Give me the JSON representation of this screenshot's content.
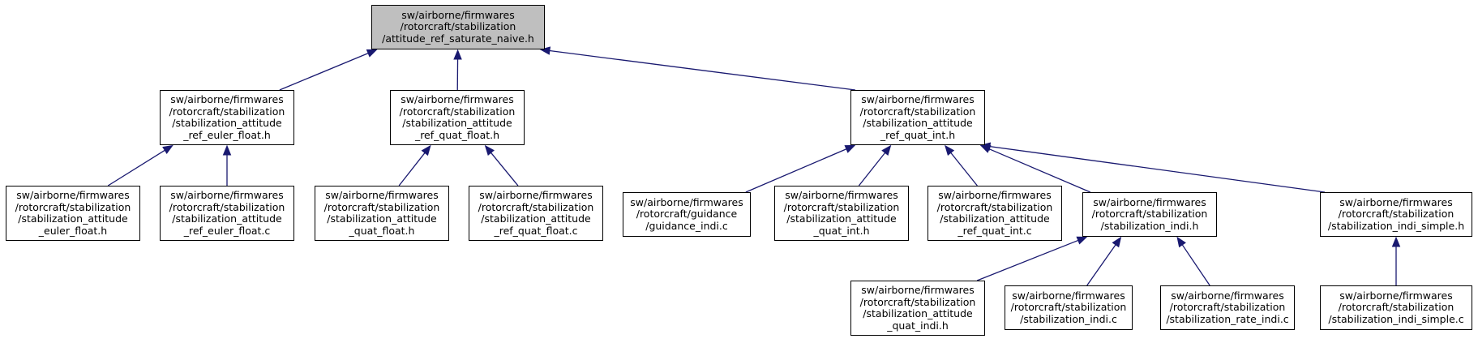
{
  "graph": {
    "nodes": [
      {
        "id": "n0",
        "root": true,
        "lines": [
          "sw/airborne/firmwares",
          "/rotorcraft/stabilization",
          "/attitude_ref_saturate_naive.h"
        ]
      },
      {
        "id": "n1",
        "root": false,
        "lines": [
          "sw/airborne/firmwares",
          "/rotorcraft/stabilization",
          "/stabilization_attitude",
          "_ref_euler_float.h"
        ]
      },
      {
        "id": "n2",
        "root": false,
        "lines": [
          "sw/airborne/firmwares",
          "/rotorcraft/stabilization",
          "/stabilization_attitude",
          "_ref_quat_float.h"
        ]
      },
      {
        "id": "n3",
        "root": false,
        "lines": [
          "sw/airborne/firmwares",
          "/rotorcraft/stabilization",
          "/stabilization_attitude",
          "_ref_quat_int.h"
        ]
      },
      {
        "id": "n4",
        "root": false,
        "lines": [
          "sw/airborne/firmwares",
          "/rotorcraft/stabilization",
          "/stabilization_attitude",
          "_euler_float.h"
        ]
      },
      {
        "id": "n5",
        "root": false,
        "lines": [
          "sw/airborne/firmwares",
          "/rotorcraft/stabilization",
          "/stabilization_attitude",
          "_ref_euler_float.c"
        ]
      },
      {
        "id": "n6",
        "root": false,
        "lines": [
          "sw/airborne/firmwares",
          "/rotorcraft/stabilization",
          "/stabilization_attitude",
          "_quat_float.h"
        ]
      },
      {
        "id": "n7",
        "root": false,
        "lines": [
          "sw/airborne/firmwares",
          "/rotorcraft/stabilization",
          "/stabilization_attitude",
          "_ref_quat_float.c"
        ]
      },
      {
        "id": "n8",
        "root": false,
        "lines": [
          "sw/airborne/firmwares",
          "/rotorcraft/guidance",
          "/guidance_indi.c"
        ]
      },
      {
        "id": "n9",
        "root": false,
        "lines": [
          "sw/airborne/firmwares",
          "/rotorcraft/stabilization",
          "/stabilization_attitude",
          "_quat_int.h"
        ]
      },
      {
        "id": "n10",
        "root": false,
        "lines": [
          "sw/airborne/firmwares",
          "/rotorcraft/stabilization",
          "/stabilization_attitude",
          "_ref_quat_int.c"
        ]
      },
      {
        "id": "n11",
        "root": false,
        "lines": [
          "sw/airborne/firmwares",
          "/rotorcraft/stabilization",
          "/stabilization_indi.h"
        ]
      },
      {
        "id": "n12",
        "root": false,
        "lines": [
          "sw/airborne/firmwares",
          "/rotorcraft/stabilization",
          "/stabilization_indi_simple.h"
        ]
      },
      {
        "id": "n13",
        "root": false,
        "lines": [
          "sw/airborne/firmwares",
          "/rotorcraft/stabilization",
          "/stabilization_attitude",
          "_quat_indi.h"
        ]
      },
      {
        "id": "n14",
        "root": false,
        "lines": [
          "sw/airborne/firmwares",
          "/rotorcraft/stabilization",
          "/stabilization_indi.c"
        ]
      },
      {
        "id": "n15",
        "root": false,
        "lines": [
          "sw/airborne/firmwares",
          "/rotorcraft/stabilization",
          "/stabilization_rate_indi.c"
        ]
      },
      {
        "id": "n16",
        "root": false,
        "lines": [
          "sw/airborne/firmwares",
          "/rotorcraft/stabilization",
          "/stabilization_indi_simple.c"
        ]
      }
    ],
    "edges": [
      {
        "from": "n1",
        "to": "n0"
      },
      {
        "from": "n2",
        "to": "n0"
      },
      {
        "from": "n3",
        "to": "n0"
      },
      {
        "from": "n4",
        "to": "n1"
      },
      {
        "from": "n5",
        "to": "n1"
      },
      {
        "from": "n6",
        "to": "n2"
      },
      {
        "from": "n7",
        "to": "n2"
      },
      {
        "from": "n8",
        "to": "n3"
      },
      {
        "from": "n9",
        "to": "n3"
      },
      {
        "from": "n10",
        "to": "n3"
      },
      {
        "from": "n11",
        "to": "n3"
      },
      {
        "from": "n12",
        "to": "n3"
      },
      {
        "from": "n13",
        "to": "n11"
      },
      {
        "from": "n14",
        "to": "n11"
      },
      {
        "from": "n15",
        "to": "n11"
      },
      {
        "from": "n16",
        "to": "n12"
      }
    ],
    "colors": {
      "edge": "#191970",
      "root_fill": "#bfbfbf",
      "node_fill": "#ffffff",
      "border": "#000000"
    }
  }
}
